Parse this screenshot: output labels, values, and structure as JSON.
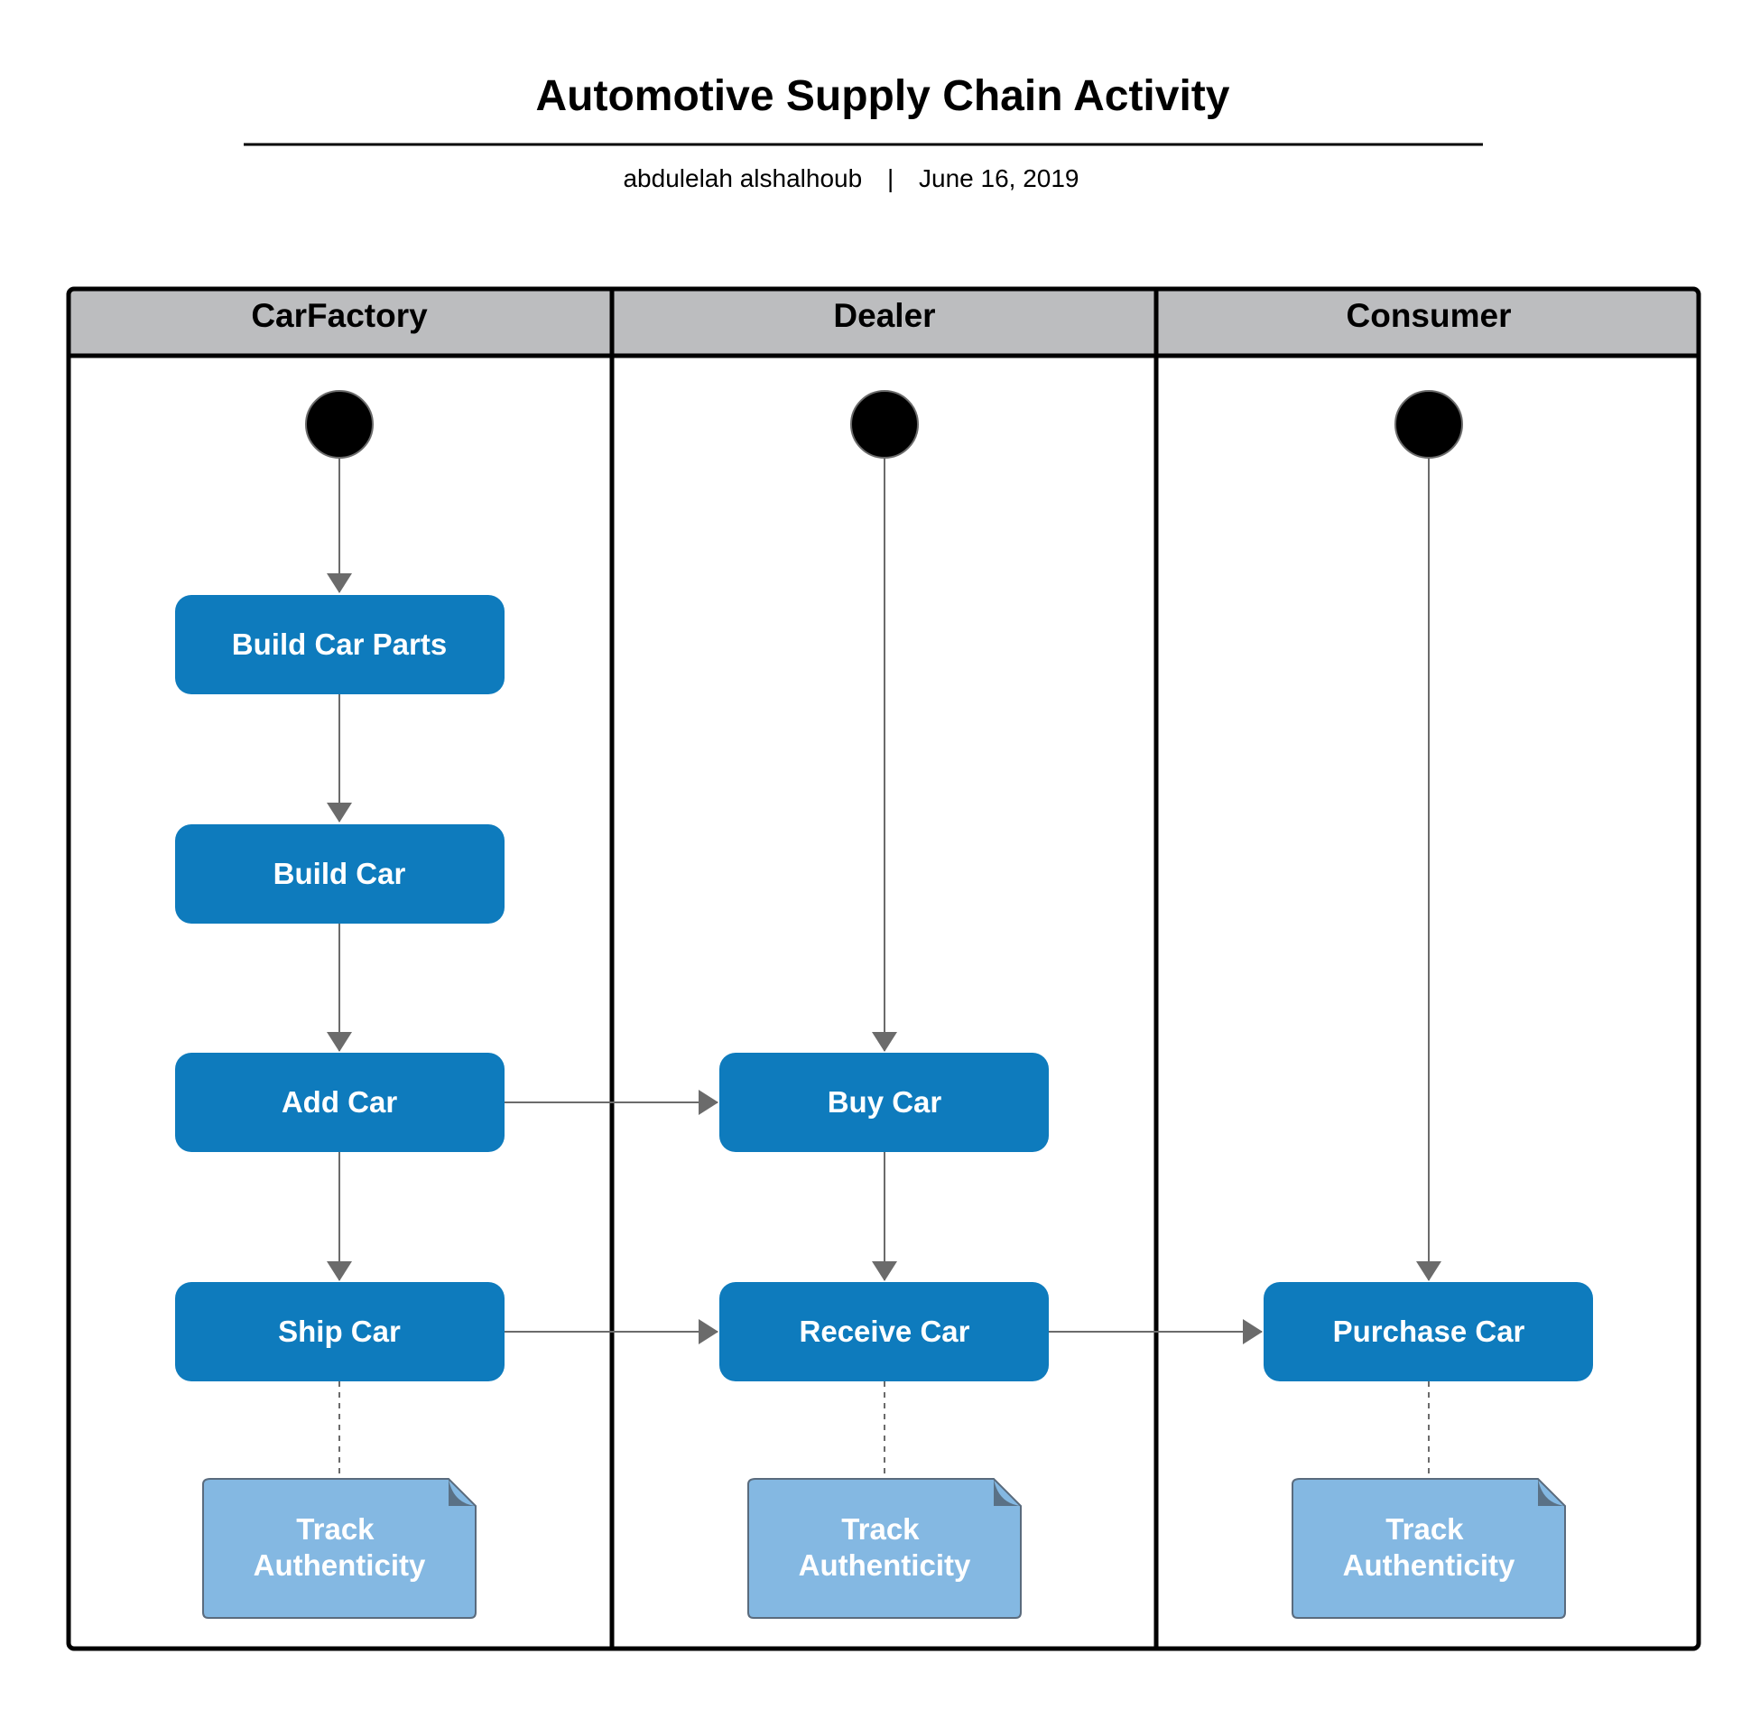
{
  "header": {
    "title": "Automotive Supply Chain Activity",
    "author": "abdulelah alshalhoub",
    "separator": "|",
    "date": "June 16, 2019"
  },
  "lanes": [
    {
      "id": "carfactory",
      "label": "CarFactory"
    },
    {
      "id": "dealer",
      "label": "Dealer"
    },
    {
      "id": "consumer",
      "label": "Consumer"
    }
  ],
  "activities": {
    "build_car_parts": "Build Car Parts",
    "build_car": "Build Car",
    "add_car": "Add Car",
    "ship_car": "Ship Car",
    "buy_car": "Buy Car",
    "receive_car": "Receive Car",
    "purchase_car": "Purchase Car"
  },
  "notes": {
    "carfactory": [
      "Track",
      "Authenticity"
    ],
    "dealer": [
      "Track",
      "Authenticity"
    ],
    "consumer": [
      "Track",
      "Authenticity"
    ]
  },
  "colors": {
    "activity_fill": "#0e7bbd",
    "note_fill": "#84b8e2",
    "lane_header_fill": "#bcbdbf",
    "arrow": "#6b6b6b"
  }
}
